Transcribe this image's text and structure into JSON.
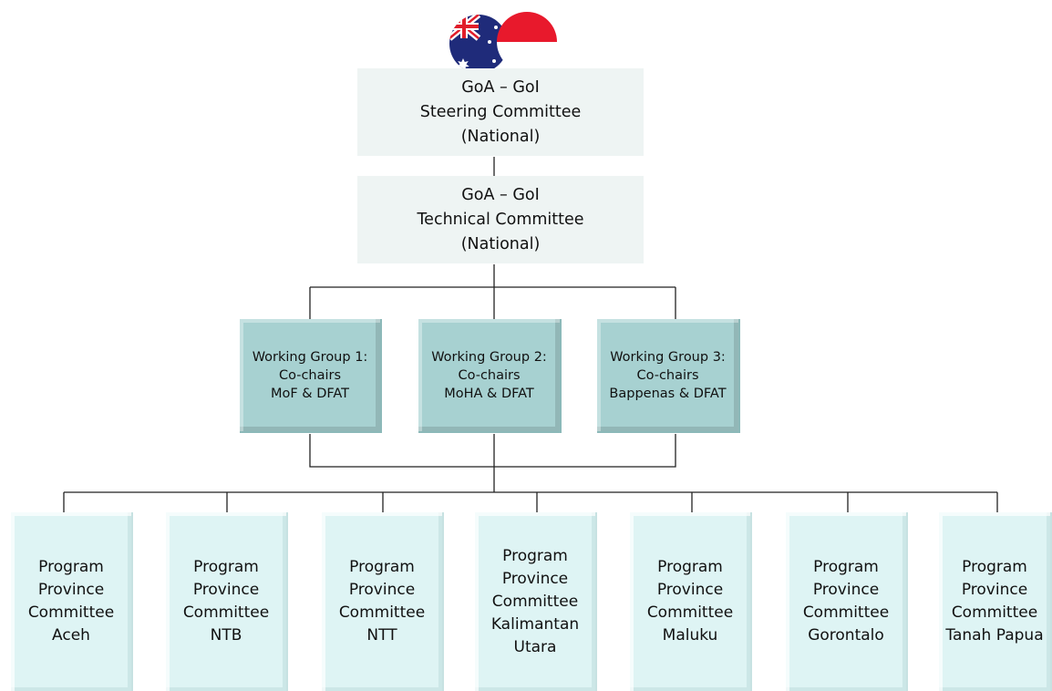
{
  "diagram": {
    "flags": [
      {
        "name": "australia-flag",
        "colors": {
          "blue": "#1f2b7a",
          "red": "#e11d2a",
          "white": "#ffffff"
        }
      },
      {
        "name": "indonesia-flag",
        "colors": {
          "red": "#e8192c",
          "white": "#ffffff"
        }
      }
    ],
    "steering_committee": "GoA – GoI\nSteering Committee\n(National)",
    "technical_committee": "GoA – GoI\nTechnical Committee\n(National)",
    "working_groups": [
      "Working Group 1:\nCo-chairs\nMoF & DFAT",
      "Working Group 2:\nCo-chairs\nMoHA & DFAT",
      "Working Group 3:\nCo-chairs\nBappenas & DFAT"
    ],
    "province_committees": [
      "Program\nProvince\nCommittee\nAceh",
      "Program\nProvince\nCommittee\nNTB",
      "Program\nProvince\nCommittee\nNTT",
      "Program\nProvince\nCommittee\nKalimantan\nUtara",
      "Program\nProvince\nCommittee\nMaluku",
      "Program\nProvince\nCommittee\nGorontalo",
      "Program\nProvince\nCommittee\nTanah Papua"
    ],
    "colors": {
      "committee_fill": "#eef4f3",
      "working_group_fill": "#a7d1d1",
      "province_fill": "#def4f4",
      "connector": "#222222"
    }
  }
}
